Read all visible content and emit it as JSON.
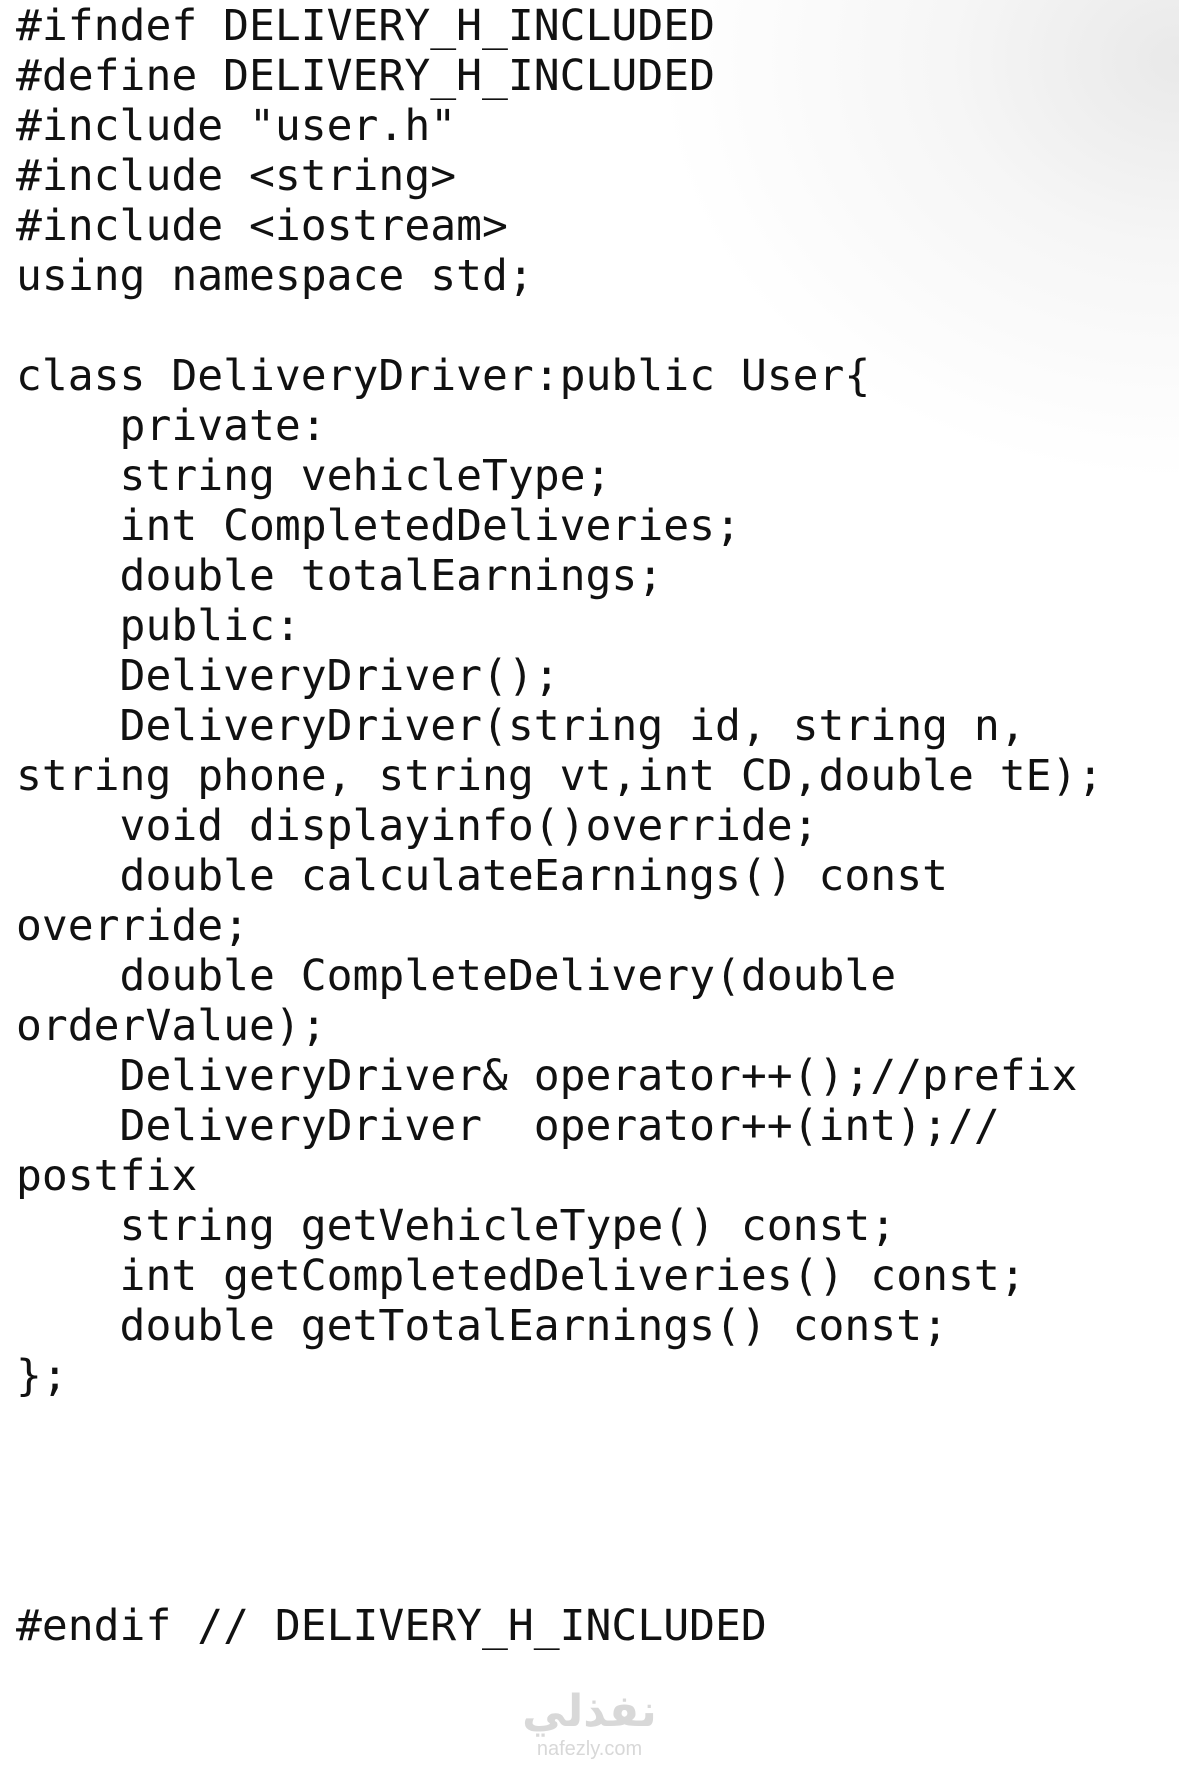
{
  "code_lines": [
    "#ifndef DELIVERY_H_INCLUDED",
    "#define DELIVERY_H_INCLUDED",
    "#include \"user.h\"",
    "#include <string>",
    "#include <iostream>",
    "using namespace std;",
    "",
    "class DeliveryDriver:public User{",
    "    private:",
    "    string vehicleType;",
    "    int CompletedDeliveries;",
    "    double totalEarnings;",
    "    public:",
    "    DeliveryDriver();",
    "    DeliveryDriver(string id, string n,",
    "string phone, string vt,int CD,double tE);",
    "    void displayinfo()override;",
    "    double calculateEarnings() const",
    "override;",
    "    double CompleteDelivery(double",
    "orderValue);",
    "    DeliveryDriver& operator++();//prefix",
    "    DeliveryDriver  operator++(int);//",
    "postfix",
    "    string getVehicleType() const;",
    "    int getCompletedDeliveries() const;",
    "    double getTotalEarnings() const;",
    "};",
    "",
    "",
    "",
    "",
    "#endif // DELIVERY_H_INCLUDED"
  ],
  "watermark": {
    "arabic": "نفذلي",
    "url": "nafezly.com"
  }
}
